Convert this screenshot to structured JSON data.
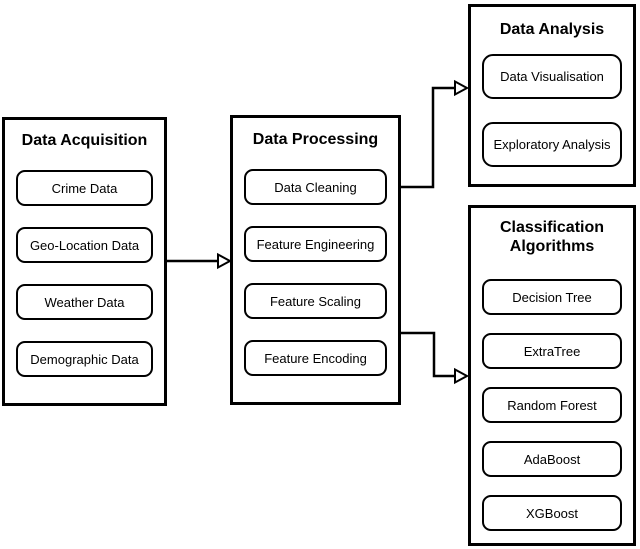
{
  "diagram": {
    "colors": {
      "outline": "#000000",
      "background": "#ffffff"
    },
    "acquisition": {
      "title": "Data Acquisition",
      "items": [
        "Crime Data",
        "Geo-Location Data",
        "Weather Data",
        "Demographic Data"
      ]
    },
    "processing": {
      "title": "Data Processing",
      "items": [
        "Data Cleaning",
        "Feature Engineering",
        "Feature Scaling",
        "Feature Encoding"
      ]
    },
    "analysis": {
      "title": "Data Analysis",
      "items": [
        "Data Visualisation",
        "Exploratory Analysis"
      ]
    },
    "classification": {
      "title": "Classification Algorithms",
      "items": [
        "Decision Tree",
        "ExtraTree",
        "Random Forest",
        "AdaBoost",
        "XGBoost"
      ]
    }
  }
}
